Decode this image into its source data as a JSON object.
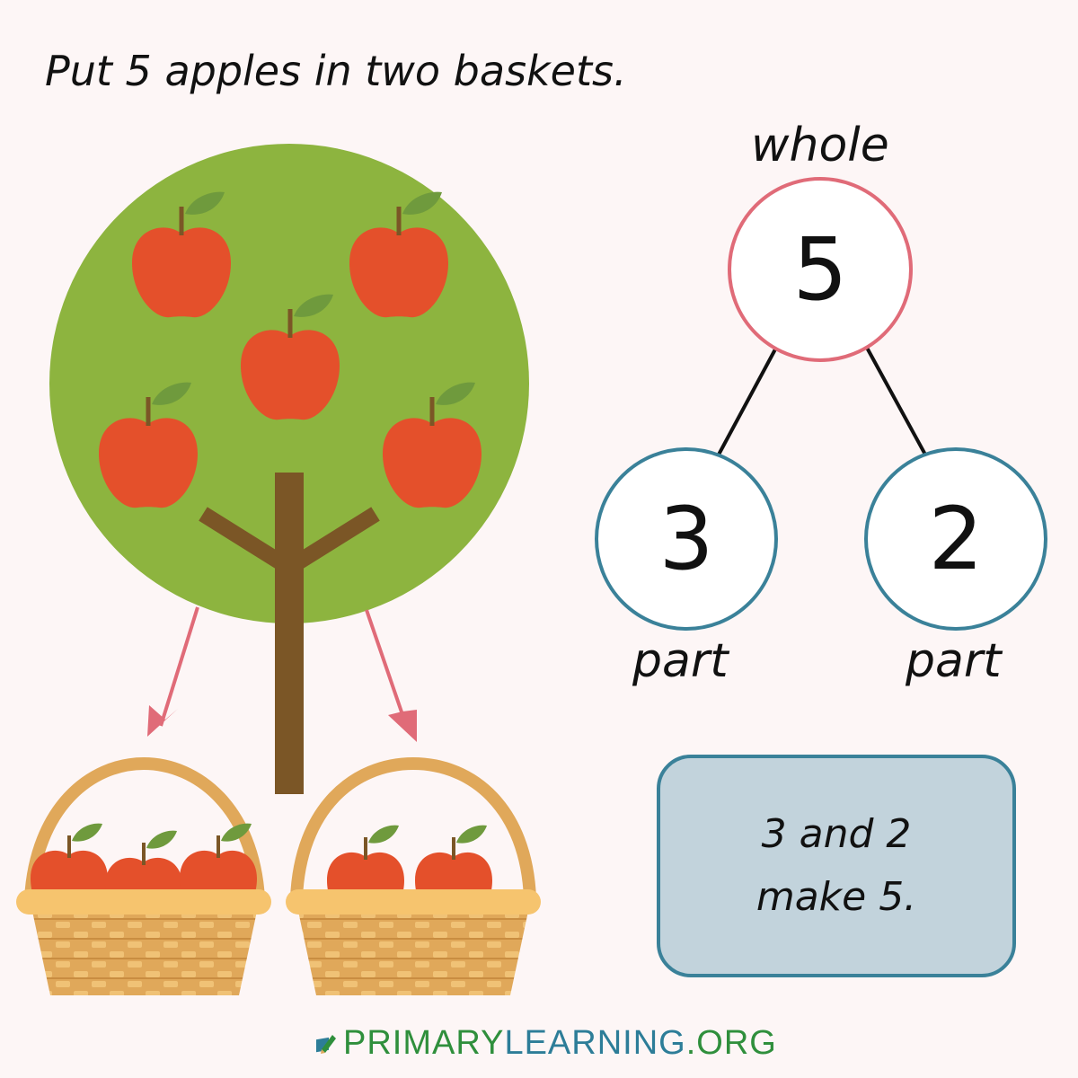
{
  "title": "Put 5 apples in two baskets.",
  "diagram": {
    "whole_label": "whole",
    "whole_value": "5",
    "part_left_value": "3",
    "part_right_value": "2",
    "part_left_label": "part",
    "part_right_label": "part"
  },
  "sentence": {
    "line1": "3 and 2",
    "line2": "make 5."
  },
  "brand": {
    "part1": "PRIMARY",
    "part2": "LEARNING",
    "part3": ".ORG",
    "icon": "pencil-book-icon"
  },
  "colors": {
    "tree_canopy": "#8db43f",
    "trunk": "#7b5626",
    "apple": "#e4502b",
    "leaf": "#6f9a3d",
    "arrow": "#e06b78",
    "whole_circle": "#e06b78",
    "part_circle": "#3a8199",
    "basket": "#e0a85a",
    "basket_rim": "#f6c46e",
    "box_fill": "#c2d3dc",
    "box_border": "#3a8199"
  }
}
